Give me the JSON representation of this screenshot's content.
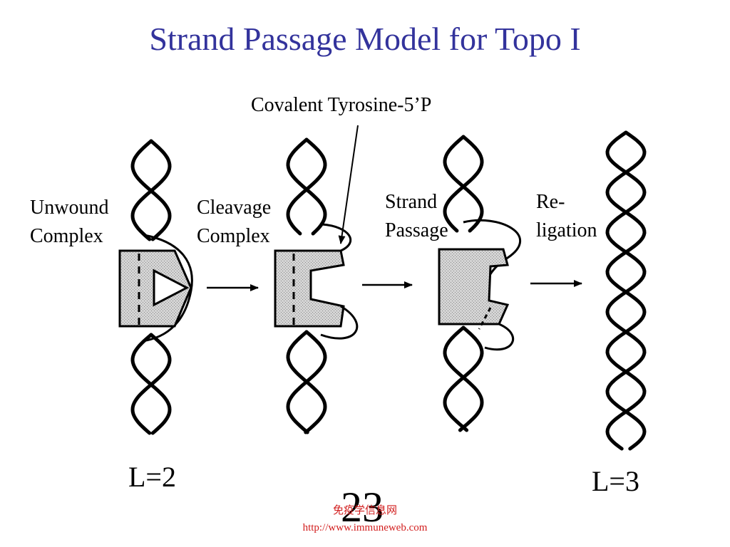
{
  "slide": {
    "title": "Strand Passage Model for Topo I",
    "annotation": "Covalent Tyrosine-5’P",
    "stages": [
      {
        "line1": "Unwound",
        "line2": "Complex"
      },
      {
        "line1": "Cleavage",
        "line2": "Complex"
      },
      {
        "line1": "Strand",
        "line2": "Passage"
      },
      {
        "line1": "Re-",
        "line2": "ligation"
      }
    ],
    "linking_start": "L=2",
    "linking_end": "L=3",
    "page_number": "23",
    "watermark": {
      "line1": "免疫学信息网",
      "line2": "http://www.immuneweb.com"
    }
  },
  "colors": {
    "title": "#33339c",
    "protein_fill": "#d0d0d0",
    "watermark": "#d21e1e"
  }
}
